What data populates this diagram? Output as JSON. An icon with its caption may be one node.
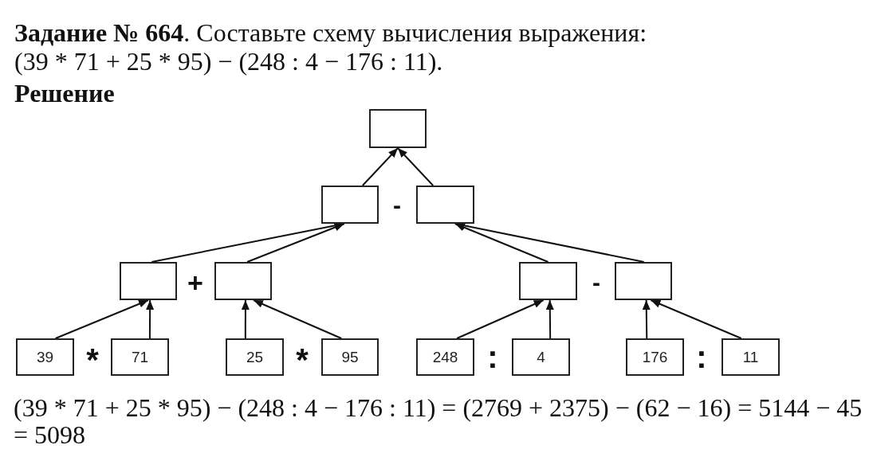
{
  "diagram": {
    "title": "**Задание № 664**. Составьте схему вычисления выражения: (39 * 71 + 25 * 95) − (248 : 4 − 176 : 11).",
    "caption": "(39 * 71 + 25 * 95) − (248 : 4 − 176 : 11) = (2769 + 2375) − (62 − 16) = 5144 − 45 = 5098",
    "nodes": [
      {
        "text": [],
        "shape": "box"
      },
      {
        "text": [],
        "shape": "box"
      },
      {
        "text": [],
        "shape": "box"
      },
      {
        "text": [],
        "shape": "box"
      },
      {
        "text": [],
        "shape": "box"
      },
      {
        "text": [],
        "shape": "box"
      },
      {
        "text": [],
        "shape": "box"
      },
      {
        "text": [
          "39"
        ]
      },
      {
        "text": [
          "71"
        ]
      },
      {
        "text": [
          "25"
        ]
      },
      {
        "text": [
          "95"
        ]
      },
      {
        "text": [
          "248"
        ]
      },
      {
        "text": [
          "4"
        ]
      },
      {
        "text": [
          "176"
        ]
      },
      {
        "text": [
          "11"
        ]
      }
    ],
    "edges": [
      {
        "from": 1,
        "to": 0,
        "arrow": "to"
      },
      {
        "from": 2,
        "to": 0,
        "arrow": "to"
      },
      {
        "from": 3,
        "to": 1,
        "arrow": "to"
      },
      {
        "from": 4,
        "to": 1,
        "arrow": "to"
      },
      {
        "from": 5,
        "to": 2,
        "arrow": "to"
      },
      {
        "from": 6,
        "to": 2,
        "arrow": "to"
      },
      {
        "from": 7,
        "to": 3,
        "arrow": "to"
      },
      {
        "from": 8,
        "to": 3,
        "arrow": "to"
      },
      {
        "from": 9,
        "to": 4,
        "arrow": "to"
      },
      {
        "from": 10,
        "to": 4,
        "arrow": "to"
      },
      {
        "from": 11,
        "to": 5,
        "arrow": "to"
      },
      {
        "from": 12,
        "to": 5,
        "arrow": "to"
      },
      {
        "from": 13,
        "to": 6,
        "arrow": "to"
      },
      {
        "from": 14,
        "to": 6,
        "arrow": "to"
      }
    ],
    "labels": [
      "Решение",
      "-",
      "+",
      "-",
      "*",
      "*",
      ":",
      ":"
    ]
  }
}
